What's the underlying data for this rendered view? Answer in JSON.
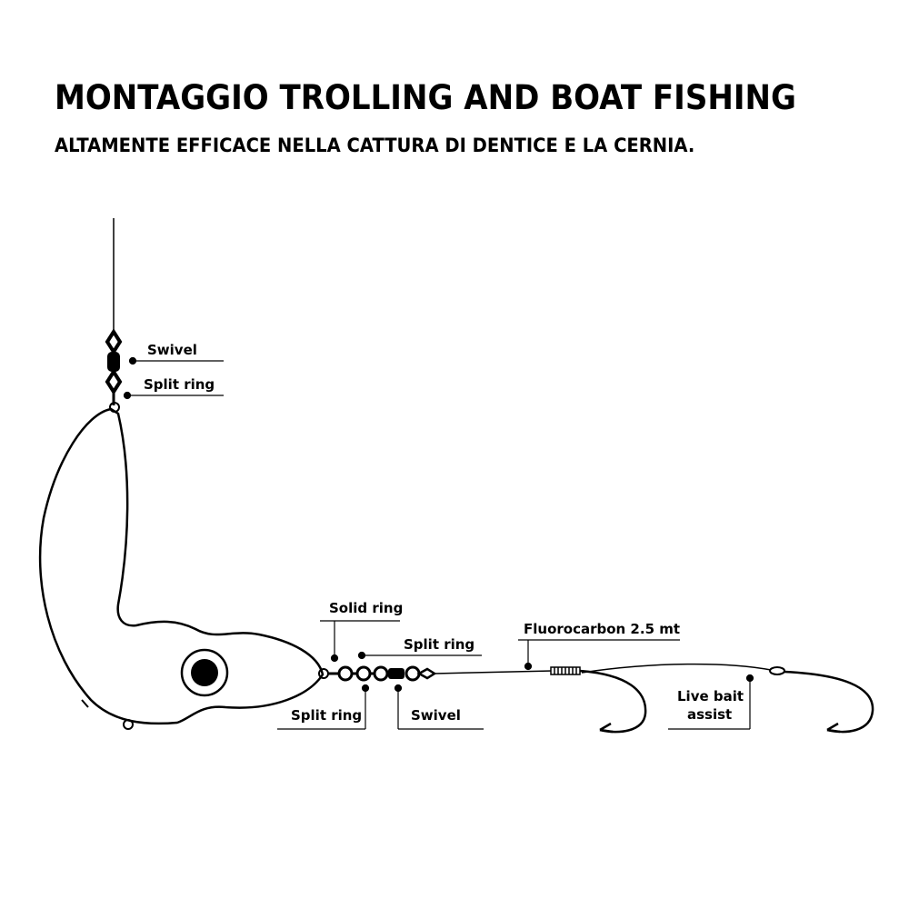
{
  "header": {
    "title": "MONTAGGIO TROLLING AND BOAT FISHING",
    "subtitle": "ALTAMENTE EFFICACE NELLA CATTURA DI DENTICE E LA CERNIA."
  },
  "labels": {
    "top_swivel": "Swivel",
    "top_split_ring": "Split ring",
    "solid_ring": "Solid ring",
    "split_ring_upper": "Split ring",
    "split_ring_lower": "Split ring",
    "swivel_lower": "Swivel",
    "fluorocarbon": "Fluorocarbon 2.5 mt",
    "live_bait_line1": "Live bait",
    "live_bait_line2": "assist"
  },
  "icons": {
    "lure": "jig-lure-icon",
    "hook": "hook-icon",
    "swivel": "swivel-icon",
    "split_ring": "split-ring-icon"
  },
  "colors": {
    "ink": "#000000",
    "background": "#ffffff"
  }
}
